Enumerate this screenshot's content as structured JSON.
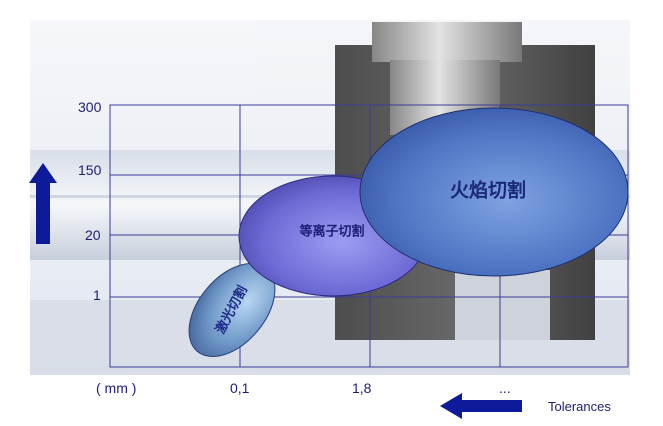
{
  "y_axis": {
    "ticks": [
      "300",
      "150",
      "20",
      "1"
    ]
  },
  "x_axis": {
    "unit": "( mm )",
    "ticks": [
      "0,1",
      "1,8",
      "..."
    ],
    "label": "Tolerances"
  },
  "regions": {
    "laser": "激光切割",
    "plasma": "等离子切割",
    "flame": "火焰切割"
  },
  "colors": {
    "axis_text": "#1e1e6e",
    "grid": "#3c3c96",
    "arrow": "#0d1a9a"
  }
}
